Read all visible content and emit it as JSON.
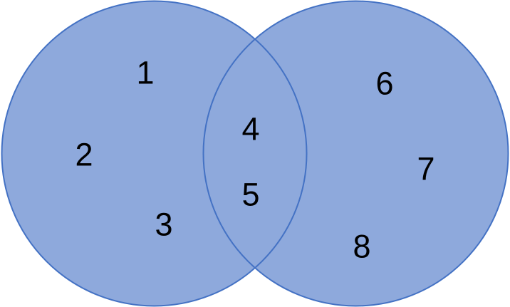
{
  "diagram": {
    "type": "venn",
    "fill_color": "#8EA9DC",
    "border_color": "#4472C4",
    "text_color": "#000000",
    "left_set_items": [
      "1",
      "2",
      "3"
    ],
    "intersection_items": [
      "4",
      "5"
    ],
    "right_set_items": [
      "6",
      "7",
      "8"
    ]
  },
  "labels": [
    "1",
    "2",
    "3",
    "4",
    "5",
    "6",
    "7",
    "8"
  ]
}
